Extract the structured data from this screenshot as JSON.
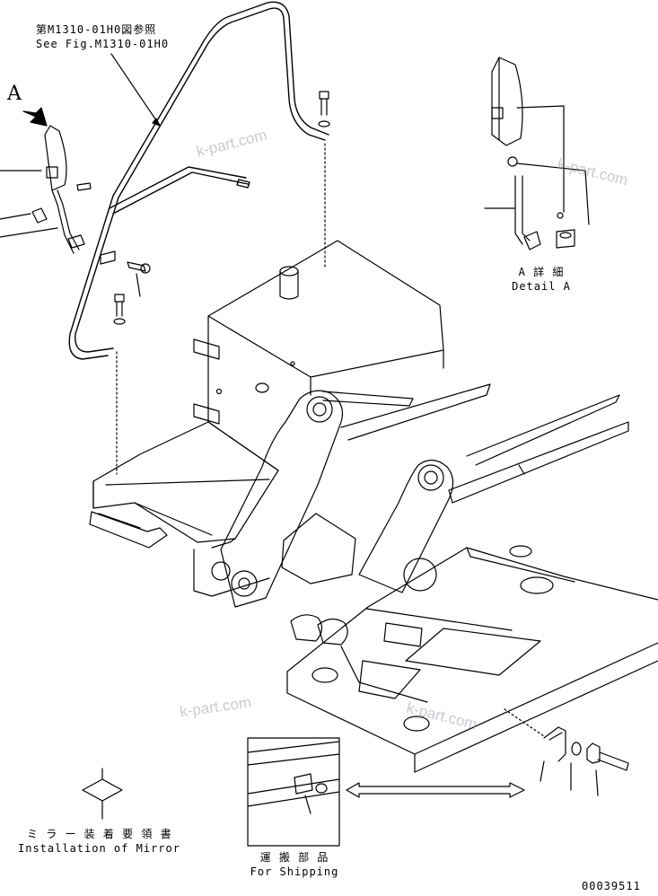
{
  "labels": {
    "ref_jp": "第M1310-01H0図参照",
    "ref_en": "See Fig.M1310-01H0",
    "callout_a": "A",
    "detail_jp": "A 詳 細",
    "detail_en": "Detail A",
    "install_jp": "ミ ラ ー 装 着 要 領 書",
    "install_en": "Installation of Mirror",
    "shipping_jp": "運 搬 部 品",
    "shipping_en": "For Shipping",
    "drawing_no": "00039511"
  },
  "watermarks": [
    "k-part.com",
    "k-part.com",
    "k-part.com",
    "k-part.com"
  ]
}
